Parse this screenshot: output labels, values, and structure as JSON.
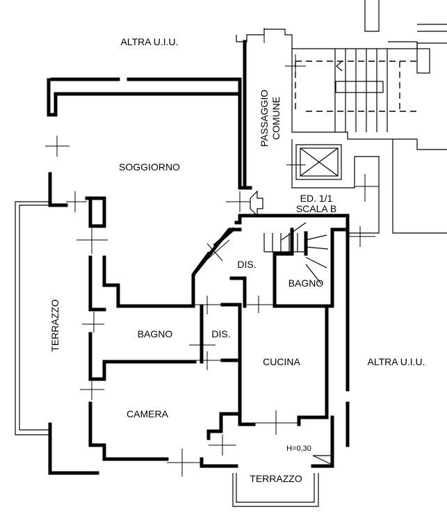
{
  "labels": {
    "altra_top": "ALTRA U.I.U.",
    "altra_right": "ALTRA U.I.U.",
    "soggiorno": "SOGGIORNO",
    "passaggio": "PASSAGGIO",
    "comune": "COMUNE",
    "ed": "ED. 1/1",
    "scala": "SCALA B",
    "dis_upper": "DIS.",
    "bagno_upper": "BAGNO",
    "terrazzo_left": "TERRAZZO",
    "bagno_lower": "BAGNO",
    "dis_lower": "DIS.",
    "cucina": "CUCINA",
    "camera": "CAMERA",
    "height": "H=0,30",
    "terrazzo_bottom": "TERRAZZO"
  }
}
